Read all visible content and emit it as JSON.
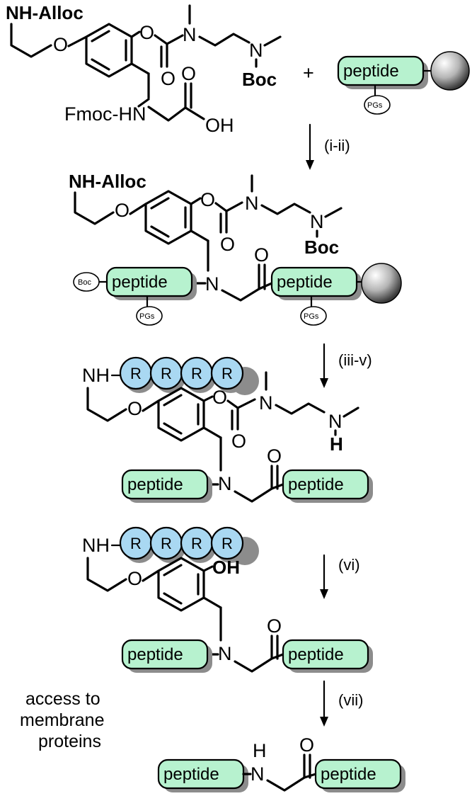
{
  "labels": {
    "nh_alloc": "NH-Alloc",
    "nh": "NH",
    "o": "O",
    "n": "N",
    "h": "H",
    "oh": "OH",
    "boc": "Boc",
    "fmoc_hn": "Fmoc-HN",
    "peptide": "peptide",
    "pgs": "PGs",
    "boc_tag": "Boc",
    "r": "R",
    "plus": "+"
  },
  "steps": [
    "(i-ii)",
    "(iii-v)",
    "(vi)",
    "(vii)"
  ],
  "note": [
    "access to",
    "membrane",
    "proteins"
  ],
  "colors": {
    "peptide_fill": "#b7f2cf",
    "arginine_fill": "#a9d8f2",
    "shadow": "#8c8c8c",
    "resin": "#9a9a9a"
  }
}
